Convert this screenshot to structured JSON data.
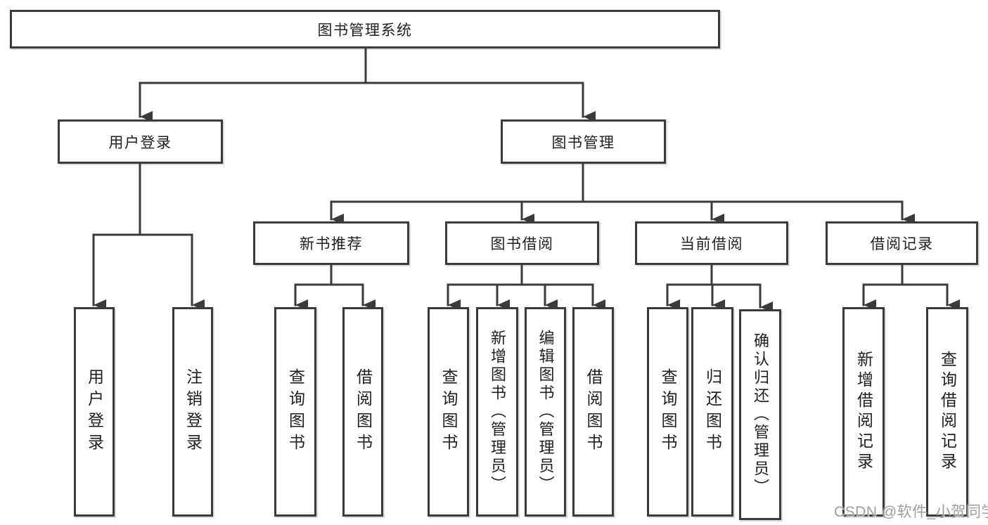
{
  "diagram": {
    "title": "图书管理系统",
    "tree": {
      "root": {
        "label": "图书管理系统",
        "children": [
          {
            "label": "用户登录",
            "children": [
              {
                "label": "用户登录"
              },
              {
                "label": "注销登录"
              }
            ]
          },
          {
            "label": "图书管理",
            "children": [
              {
                "label": "新书推荐",
                "children": [
                  {
                    "label": "查询图书"
                  },
                  {
                    "label": "借阅图书"
                  }
                ]
              },
              {
                "label": "图书借阅",
                "children": [
                  {
                    "label": "查询图书"
                  },
                  {
                    "label": "新增图书（管理员）"
                  },
                  {
                    "label": "编辑图书（管理员）"
                  },
                  {
                    "label": "借阅图书"
                  }
                ]
              },
              {
                "label": "当前借阅",
                "children": [
                  {
                    "label": "查询图书"
                  },
                  {
                    "label": "归还图书"
                  },
                  {
                    "label": "确认归还（管理员）"
                  }
                ]
              },
              {
                "label": "借阅记录",
                "children": [
                  {
                    "label": "新增借阅记录"
                  },
                  {
                    "label": "查询借阅记录"
                  }
                ]
              }
            ]
          }
        ]
      }
    },
    "colors": {
      "line": "#3b3b3b",
      "box_border": "#3b3b3b",
      "text": "#1f1f1f",
      "background": "#ffffff",
      "watermark": "#969696"
    },
    "watermark": "CSDN @软件_小贺同学"
  }
}
